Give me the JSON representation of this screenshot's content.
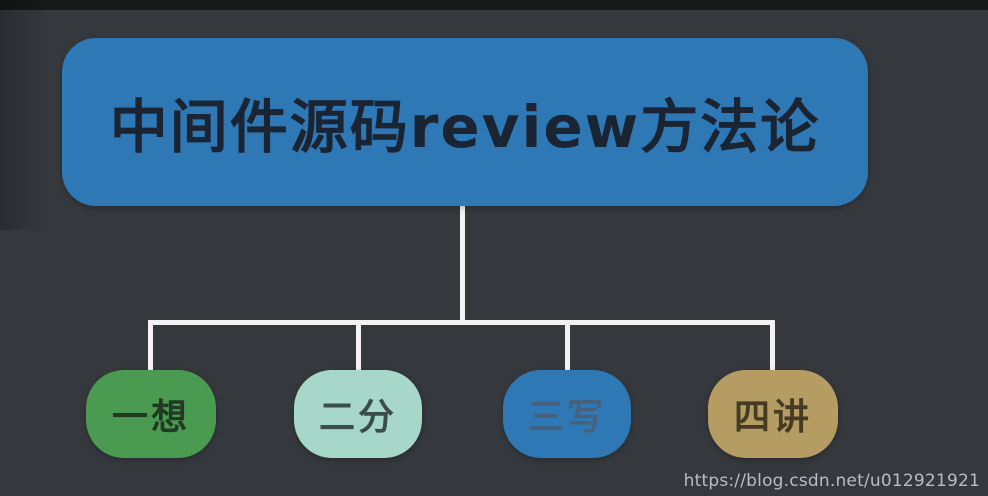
{
  "background": "#35383d",
  "top_strip_color": "#17181a",
  "diagram": {
    "connector_color": "#f2f3f2",
    "root": {
      "label": "中间件源码review方法论",
      "bg": "#2e79b5",
      "text_color": "#1a2433"
    },
    "children": [
      {
        "label": "一想",
        "bg": "#4a9a51",
        "text_color": "#223a23"
      },
      {
        "label": "二分",
        "bg": "#a7d7c8",
        "text_color": "#3b4d49"
      },
      {
        "label": "三写",
        "bg": "#2e79b5",
        "text_color": "#46617d"
      },
      {
        "label": "四讲",
        "bg": "#b49c63",
        "text_color": "#453a22"
      }
    ]
  },
  "watermark": {
    "text": "https://blog.csdn.net/u012921921",
    "color": "#b9bdc3"
  }
}
